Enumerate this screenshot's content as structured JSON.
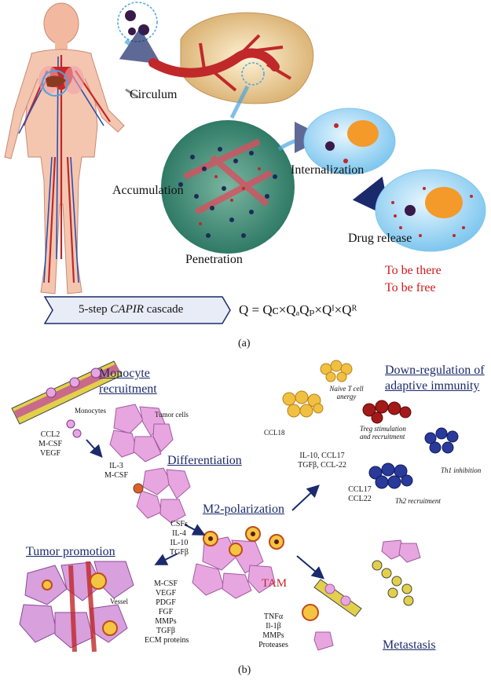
{
  "panel_a": {
    "circulum": "Circulum",
    "internalization": "Internalization",
    "accumulation": "Accumulation",
    "drug_release": "Drug release",
    "penetration": "Penetration",
    "to_be_there": "To be there",
    "to_be_free": "To be free",
    "cascade_prefix": "5-step ",
    "cascade_italic": "CAPIR",
    "cascade_suffix": " cascade",
    "formula": "Q = Qᴄ×QₐQₚ×Qᴵ×Qᴿ",
    "caption": "(a)"
  },
  "panel_b": {
    "monocyte_recruitment_1": "Monocyte",
    "monocyte_recruitment_2": "recruitment",
    "monocytes": "Monocytes",
    "tumor_cells": "Tumor cells",
    "ccl2_block": [
      "CCL2",
      "M-CSF",
      "VEGF"
    ],
    "differentiation": "Differentiation",
    "il3_block": [
      "IL-3",
      "M-CSF"
    ],
    "m2_polarization": "M2-polarization",
    "csfs_block": [
      "CSFs",
      "IL-4",
      "IL-10",
      "TGFβ"
    ],
    "tam": "TAM",
    "tumor_promotion": "Tumor promotion",
    "vessel": "Vessel",
    "growth_factors": [
      "M-CSF",
      "VEGF",
      "PDGF",
      "FGF",
      "MMPs",
      "TGFβ",
      "ECM proteins"
    ],
    "metastasis": "Metastasis",
    "metastasis_factors": [
      "TNFα",
      "Il-1β",
      "MMPs",
      "Proteases"
    ],
    "downregulation_1": "Down-regulation of",
    "downregulation_2": "adaptive immunity",
    "naive_t_1": "Naive T cell",
    "naive_t_2": "anergy",
    "ccl18": "CCL18",
    "treg_1": "Treg stimulation",
    "treg_2": "and recruitment",
    "il10_block_1": "IL-10, CCL17",
    "il10_block_2": "TGFβ, CCL-22",
    "th1": "Th1 inhibition",
    "ccl17_block": [
      "CCL17",
      "CCL22"
    ],
    "th2": "Th2 recruitment",
    "caption": "(b)"
  },
  "colors": {
    "navy": "#1b2a6b",
    "red_text": "#d11a1a",
    "tumor_pink": "#e8a6e0",
    "macrophage_yellow": "#f4c542",
    "arrow_blue": "#4aa6e0",
    "treg_red": "#a31a1a",
    "th1_blue": "#2a3a9a"
  }
}
